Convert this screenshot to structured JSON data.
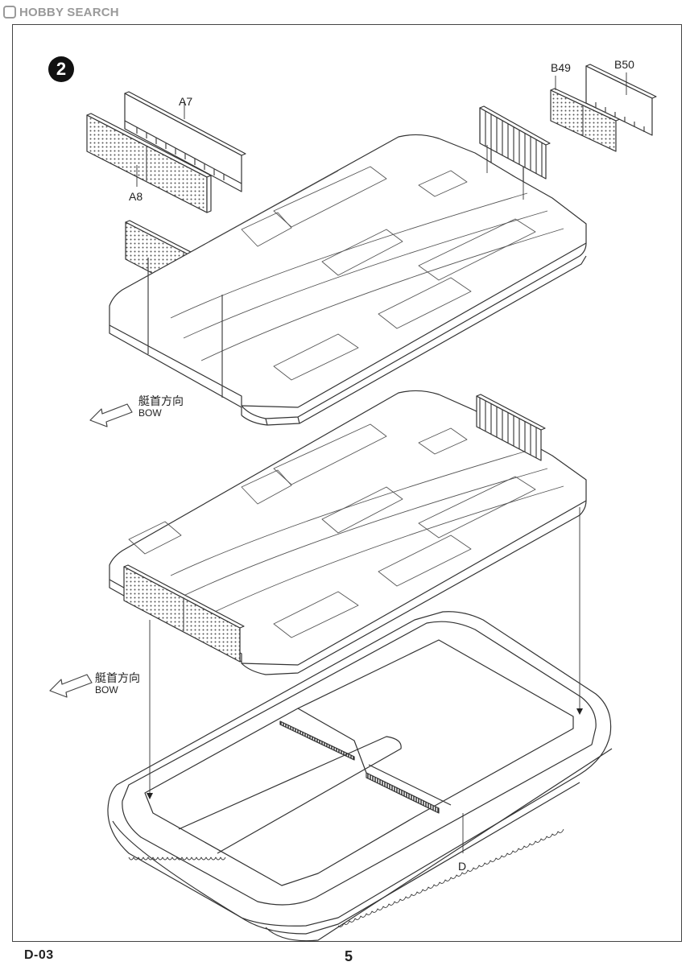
{
  "watermark": {
    "text": "HOBBY SEARCH"
  },
  "step": {
    "number": "2"
  },
  "parts": {
    "a7": "A7",
    "a8": "A8",
    "b49": "B49",
    "b50": "B50",
    "d": "D"
  },
  "direction_upper": {
    "jp": "艇首方向",
    "en": "BOW"
  },
  "direction_lower": {
    "jp": "艇首方向",
    "en": "BOW"
  },
  "footer": {
    "code": "D-03",
    "page": "5"
  },
  "colors": {
    "line": "#333333",
    "grid": "#555555",
    "watermark": "#9a9a9a"
  }
}
